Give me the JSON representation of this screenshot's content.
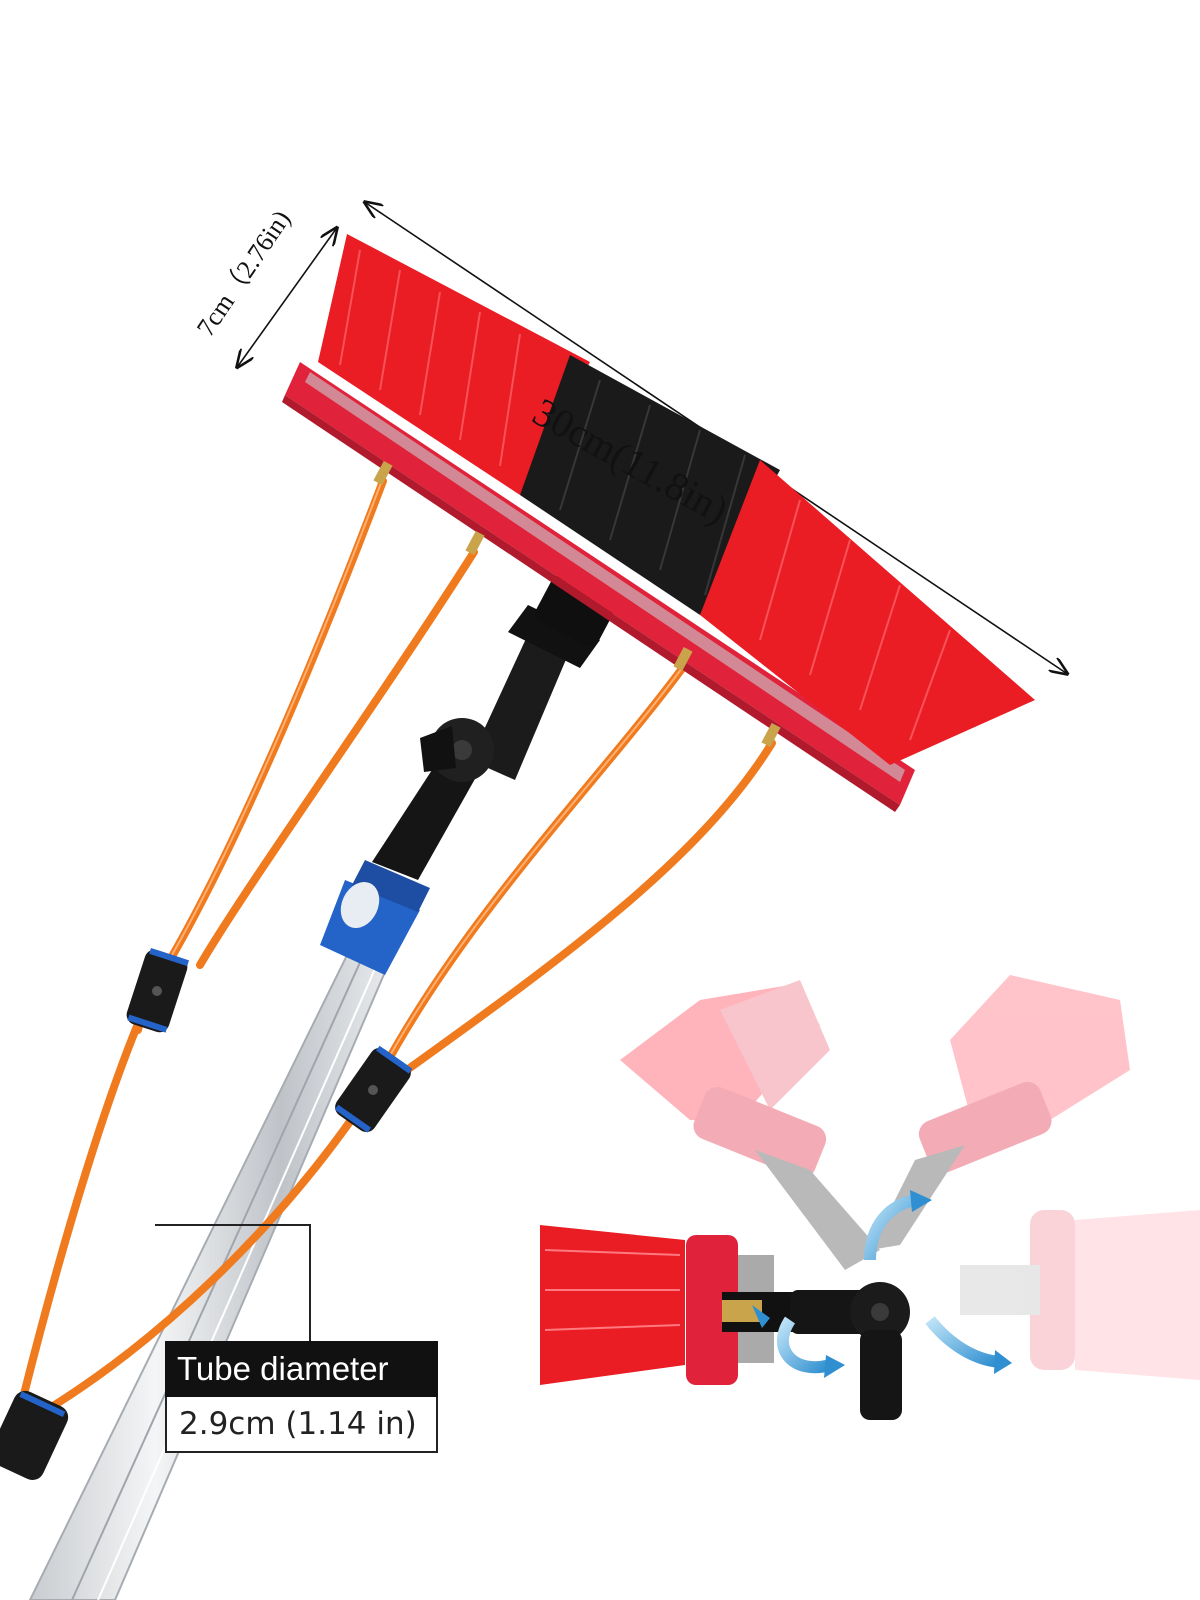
{
  "dimensions": {
    "width_label": "30cm(11.8in)",
    "height_label": "7cm（2.76in)"
  },
  "tube_callout": {
    "title": "Tube diameter",
    "value": "2.9cm (1.14 in)"
  },
  "colors": {
    "bristle_red": "#ea1c24",
    "bristle_black": "#1a1a1a",
    "brush_base": "#e0223a",
    "hose_orange": "#f07a1e",
    "connector_blue": "#2463c8",
    "pole_clear": "#d6dade"
  },
  "icons": {
    "rotation_arrows": "curved-blue-arrows"
  }
}
